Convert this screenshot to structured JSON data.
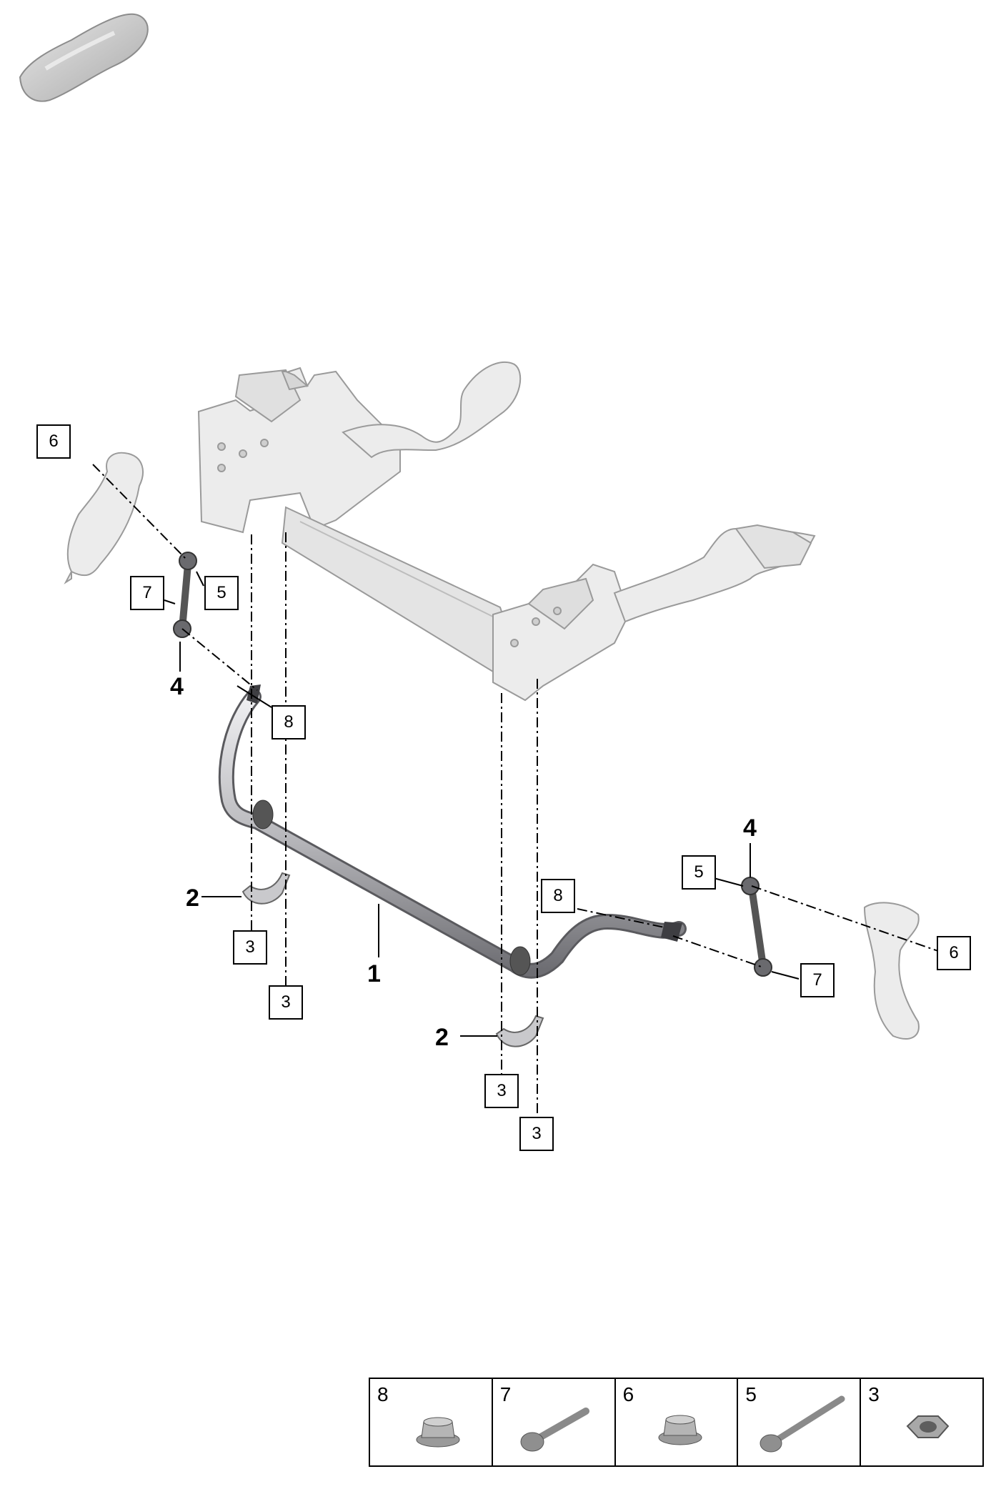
{
  "callouts": [
    {
      "id": "c6a",
      "label": "6"
    },
    {
      "id": "c7a",
      "label": "7"
    },
    {
      "id": "c5a",
      "label": "5"
    },
    {
      "id": "c8a",
      "label": "8"
    },
    {
      "id": "c3a",
      "label": "3"
    },
    {
      "id": "c3b",
      "label": "3"
    },
    {
      "id": "c8b",
      "label": "8"
    },
    {
      "id": "c5b",
      "label": "5"
    },
    {
      "id": "c6b",
      "label": "6"
    },
    {
      "id": "c7b",
      "label": "7"
    },
    {
      "id": "c3c",
      "label": "3"
    },
    {
      "id": "c3d",
      "label": "3"
    }
  ],
  "part_numbers": {
    "n4a": "4",
    "n4b": "4",
    "n2a": "2",
    "n2b": "2",
    "n1": "1"
  },
  "legend": [
    {
      "num": "8",
      "icon": "flange-nut-icon"
    },
    {
      "num": "7",
      "icon": "bolt-icon"
    },
    {
      "num": "6",
      "icon": "flange-nut-icon"
    },
    {
      "num": "5",
      "icon": "long-bolt-icon"
    },
    {
      "num": "3",
      "icon": "hex-nut-icon"
    }
  ],
  "colors": {
    "part_fill": "#e6e6e6",
    "part_stroke": "#9a9a9a",
    "bar_fill": "#c4c4c8",
    "line": "#000000"
  }
}
